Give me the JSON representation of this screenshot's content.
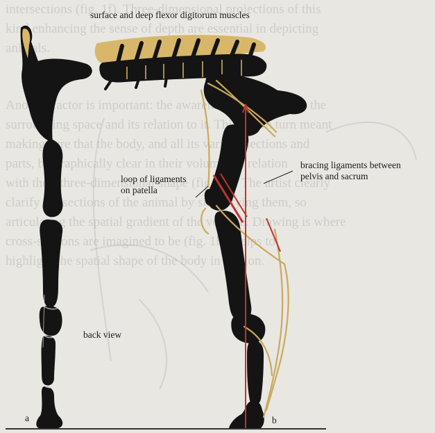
{
  "colors": {
    "background": "#e9e7e2",
    "bone": "#141414",
    "muscle": "#d8b76a",
    "ligament": "#cba85b",
    "force_line": "#c2332c"
  },
  "background_text": {
    "paragraph1": "intersections (fig. 1f). Three-dimensional projections of this\nkind enhancing the sense of depth are essential in depicting\nanimals.",
    "paragraph2": "Another factor is important: the awareness of the body in the\nsurrounding space and its relation to it. This has in turn meant\nmaking sure that the body, and all its various sections and\nparts, be graphically clear in their volumes in relation\nwith their three-dimensional shape (fig. 1g). The artist clearly\nclarify the sections of the animal by simplifying them, so\narticulating the spatial gradient of the volume. Drawing is where\ncross-sections are imagined to be (fig. 1h); helps to\nhighlight the spatial shape of the body in motion."
  },
  "labels": {
    "muscles": "surface and deep flexor digitorum muscles",
    "bracing": "bracing ligaments between\npelvis and sacrum",
    "patella": "loop of ligaments\non patella",
    "back_view": "back view",
    "fig_a": "a",
    "fig_b": "b"
  }
}
